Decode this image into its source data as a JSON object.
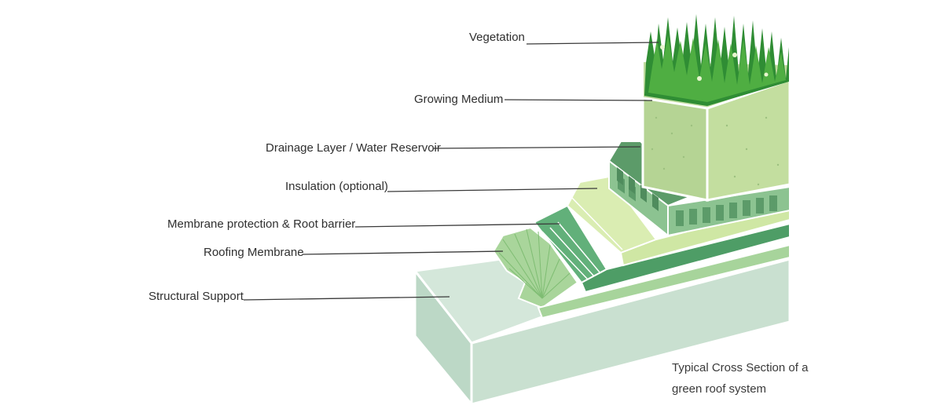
{
  "labels": {
    "vegetation": "Vegetation",
    "growing_medium": "Growing Medium",
    "drainage": "Drainage Layer / Water Reservoir",
    "insulation": "Insulation (optional)",
    "membrane_protection": "Membrane protection & Root barrier",
    "roofing_membrane": "Roofing Membrane",
    "structural_support": "Structural Support"
  },
  "caption": {
    "line1": "Typical Cross Section of a",
    "line2": "green roof system"
  },
  "colors": {
    "structural": "#cfe3d6",
    "membrane": "#a8d49a",
    "protection": "#5fae77",
    "insulation": "#d9ecb0",
    "drainage": "#5f9e6d",
    "growing": "#b8d79a",
    "grass_dark": "#1f7a2a",
    "grass_light": "#5dbb4a"
  }
}
